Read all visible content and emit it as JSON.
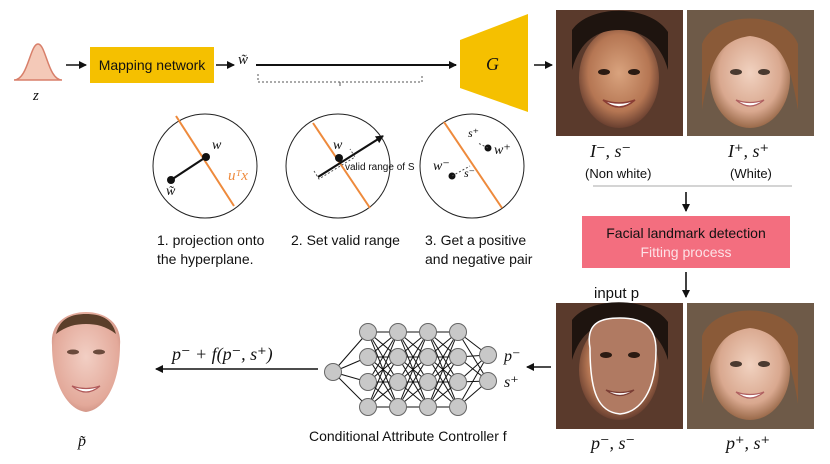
{
  "z_label": "z",
  "mapping_network_label": "Mapping network",
  "w_tilde_label": "w̃",
  "generator_label": "G",
  "step_panels": [
    {
      "caption_line1": "1. projection onto",
      "caption_line2": "the hyperplane.",
      "w_label": "w",
      "w_tilde_label": "w̃",
      "hyperplane_label": "uᵀx"
    },
    {
      "caption_line1": "2. Set valid range",
      "caption_line2": "",
      "w_label": "w",
      "range_label": "valid range of S"
    },
    {
      "caption_line1": "3. Get a positive",
      "caption_line2": "and negative pair",
      "s_plus_label": "s⁺",
      "w_plus_label": "w⁺",
      "w_minus_label": "w⁻",
      "s_minus_label": "s⁻"
    }
  ],
  "top_faces": {
    "neg_label": "I⁻, s⁻",
    "neg_sub": "(Non white)",
    "pos_label": "I⁺, s⁺",
    "pos_sub": "(White)"
  },
  "landmark_box": {
    "line1": "Facial landmark detection",
    "line2": "Fitting process"
  },
  "input_label": "input p",
  "bottom_faces": {
    "neg_label": "p⁻, s⁻",
    "pos_label": "p⁺, s⁺"
  },
  "controller": {
    "out_p": "p⁻",
    "out_s": "s⁺",
    "caption": "Conditional Attribute Controller f"
  },
  "formula": "p⁻ + f(p⁻, s⁺)",
  "result_label": "p̃",
  "colors": {
    "yellow": "#f5c000",
    "orange_line": "#ee8a3c",
    "pink_box": "#f36e7f",
    "pink_text": "#fde1e6",
    "node_gray": "#c8c8c8",
    "curve_fill": "#f4c9b8"
  }
}
